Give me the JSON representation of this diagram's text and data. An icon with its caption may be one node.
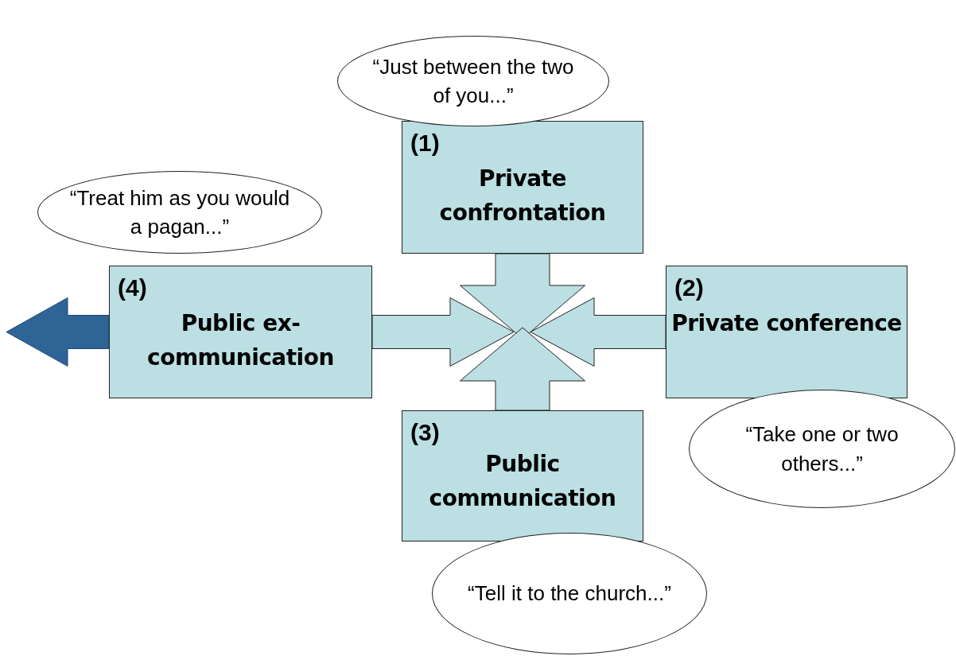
{
  "diagram": {
    "nodes": [
      {
        "text": [
          "“Just between the two of you...”"
        ]
      },
      {
        "text": [
          "(1)",
          "Private confrontation"
        ]
      },
      {
        "text": [
          "“Treat him as you would a pagan...”"
        ]
      },
      {
        "text": [
          "(4)",
          "Public ex-communication"
        ]
      },
      {
        "text": [
          "(2)",
          "Private conference"
        ]
      },
      {
        "text": [
          "“Take one or two others...”"
        ]
      },
      {
        "text": [
          "(3)",
          "Public communication"
        ]
      },
      {
        "text": [
          "“Tell it to the church...”"
        ]
      }
    ],
    "edges": [
      {
        "from": 1,
        "to": null,
        "arrow": "to"
      },
      {
        "from": 4,
        "to": null,
        "arrow": "to"
      },
      {
        "from": 6,
        "to": null,
        "arrow": "to"
      },
      {
        "from": 3,
        "to": null,
        "arrow": "to"
      },
      {
        "from": 3,
        "to": null,
        "arrow": "to",
        "color": "#2e6496"
      }
    ]
  }
}
